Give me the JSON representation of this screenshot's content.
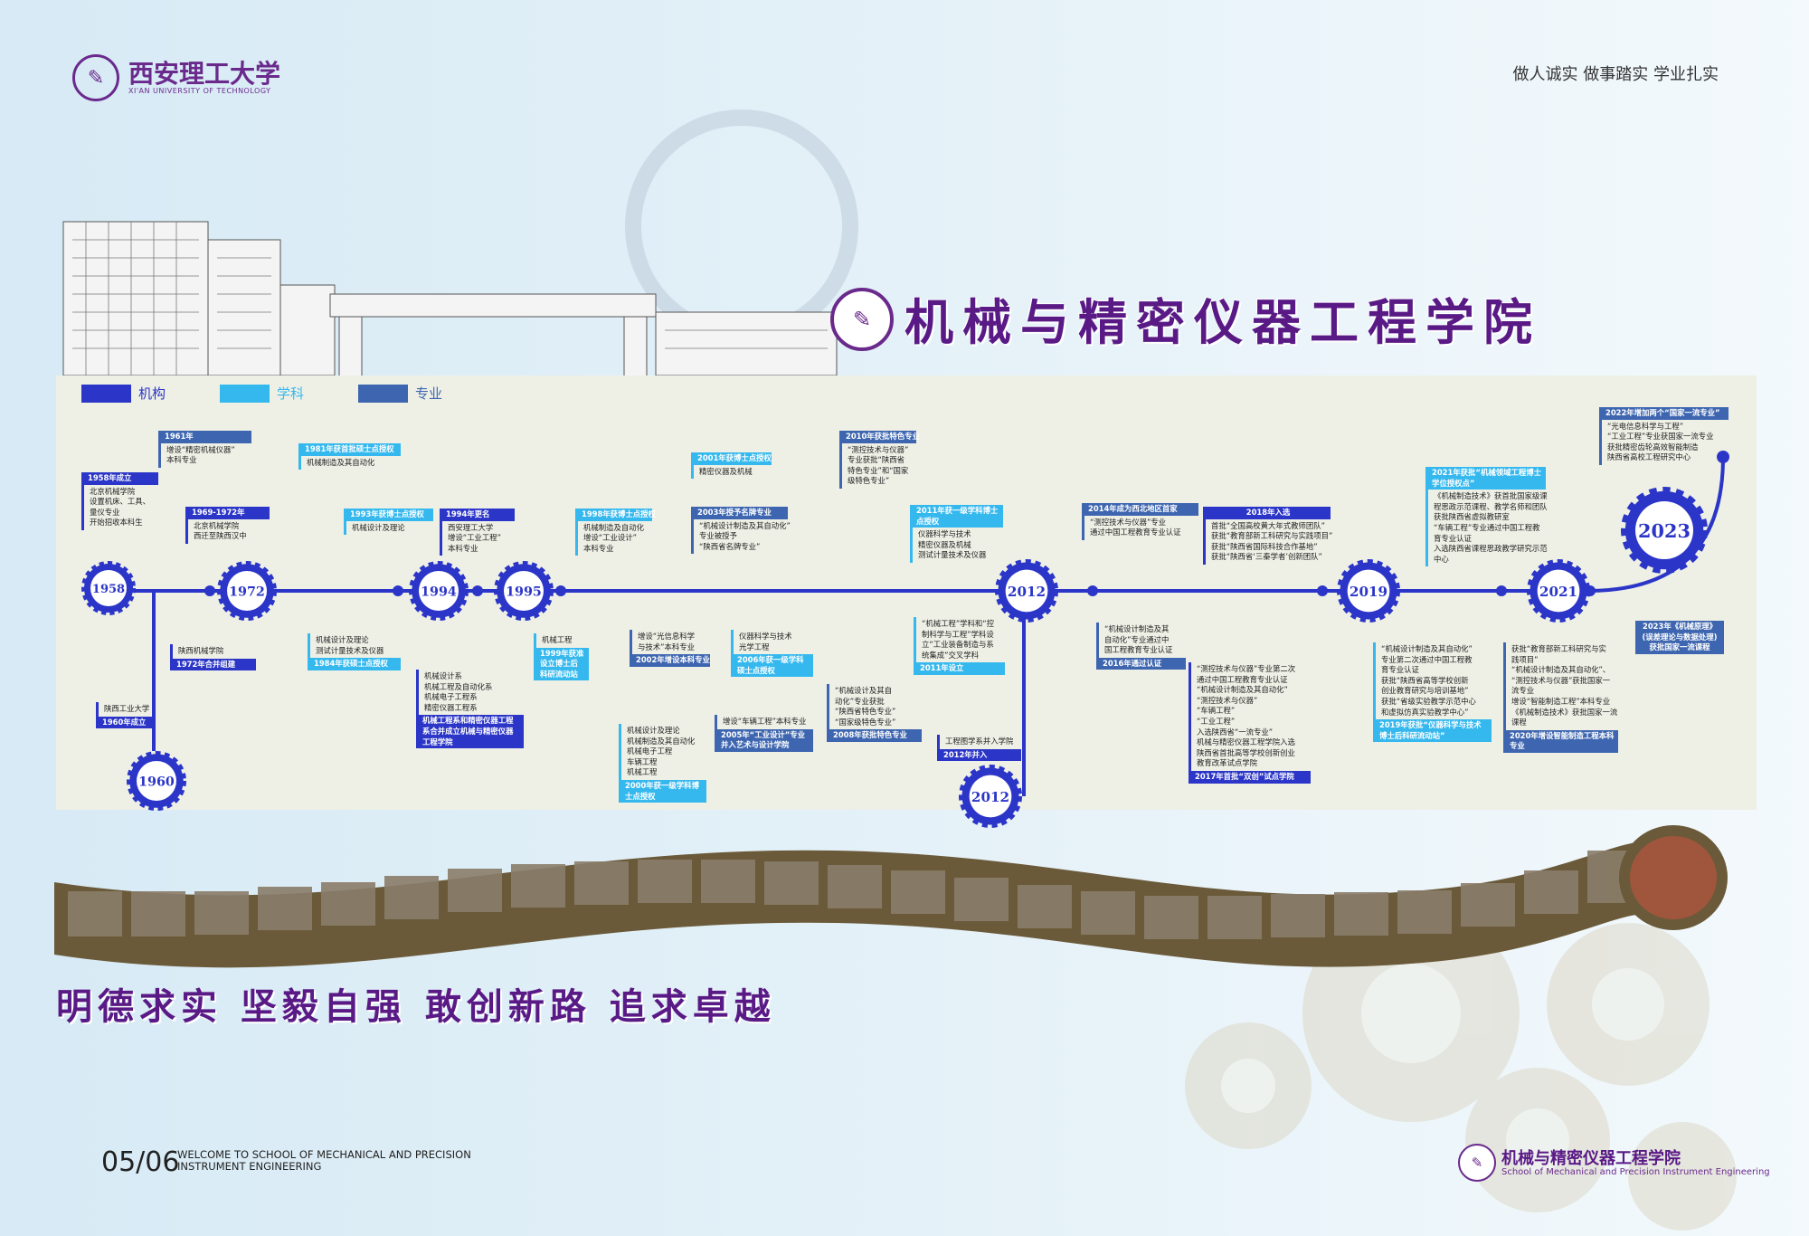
{
  "header": {
    "university_name": "西安理工大学",
    "university_english": "XI'AN UNIVERSITY OF TECHNOLOGY",
    "motto_top": "做人诚实   做事踏实   学业扎实",
    "college_title": "机械与精密仪器工程学院"
  },
  "legend": [
    {
      "label": "机构",
      "color": "#2b35c7"
    },
    {
      "label": "学科",
      "color": "#35b8ee"
    },
    {
      "label": "专业",
      "color": "#3e66b0"
    }
  ],
  "gears": [
    "1958",
    "1960",
    "1972",
    "1994",
    "1995",
    "2012",
    "2012",
    "2019",
    "2021",
    "2023"
  ],
  "timeline": {
    "b1958": {
      "header": "1958年成立",
      "items": [
        "北京机械学院",
        "设置机床、工具、",
        "量仪专业",
        "开始招收本科生"
      ]
    },
    "b1961": {
      "header": "1961年",
      "items": [
        "增设“精密机械仪器”",
        "本科专业"
      ]
    },
    "b1969": {
      "header": "1969-1972年",
      "items": [
        "北京机械学院",
        "西迁至陕西汉中"
      ]
    },
    "b1972": {
      "text": "陕西机械学院",
      "footer": "1972年合并组建"
    },
    "b1960": {
      "text": "陕西工业大学",
      "footer": "1960年成立"
    },
    "b1981": {
      "header": "1981年获首批硕士点授权",
      "items": [
        "机械制造及其自动化"
      ]
    },
    "b1984": {
      "items": [
        "机械设计及理论",
        "测试计量技术及仪器"
      ],
      "footer": "1984年获硕士点授权"
    },
    "b1993": {
      "header": "1993年获博士点授权",
      "items": [
        "机械设计及理论"
      ]
    },
    "b1994": {
      "header": "1994年更名",
      "items": [
        "西安理工大学",
        "增设“工业工程”",
        "本科专业"
      ]
    },
    "b1994dn": {
      "items": [
        "机械设计系",
        "机械工程及自动化系",
        "机械电子工程系",
        "精密仪器工程系"
      ],
      "footer": "机械工程系和精密仪器工程系合并成立机械与精密仪器工程学院"
    },
    "b1998": {
      "header": "1998年获博士点授权",
      "items": [
        "机械制造及自动化",
        "增设“工业设计”",
        "本科专业"
      ]
    },
    "b1999": {
      "text": "机械工程",
      "footer": "1999年获准设立博士后科研流动站"
    },
    "b2001": {
      "header": "2001年获博士点授权",
      "items": [
        "精密仪器及机械"
      ]
    },
    "b2003": {
      "header": "2003年授予名牌专业",
      "items": [
        "“机械设计制造及其自动化”",
        "专业被授予",
        "“陕西省名牌专业”"
      ]
    },
    "b2002": {
      "items": [
        "增设“光信息科学",
        "与技术”本科专业"
      ],
      "footer": "2002年增设本科专业"
    },
    "b2000": {
      "items": [
        "机械设计及理论",
        "机械制造及其自动化",
        "机械电子工程",
        "车辆工程",
        "机械工程"
      ],
      "footer": "2000年获一级学科博士点授权"
    },
    "b2006": {
      "items": [
        "仪器科学与技术",
        "光学工程"
      ],
      "footer": "2006年获一级学科硕士点授权"
    },
    "b2005": {
      "items": [
        "增设“车辆工程”本科专业"
      ],
      "footer": "2005年“工业设计”专业并入艺术与设计学院"
    },
    "b2010": {
      "header": "2010年获批特色专业",
      "items": [
        "“测控技术与仪器”",
        "专业获批“陕西省",
        "特色专业”和“国家",
        "级特色专业”"
      ]
    },
    "b2008": {
      "items": [
        "“机械设计及其自",
        "动化”专业获批",
        "“陕西省特色专业”",
        "“国家级特色专业”"
      ],
      "footer": "2008年获批特色专业"
    },
    "b2011": {
      "header": "2011年获一级学科博士点授权",
      "items": [
        "仪器科学与技术",
        "精密仪器及机械",
        "测试计量技术及仪器"
      ]
    },
    "b2011dn": {
      "items": [
        "“机械工程”学科和“控",
        "制科学与工程”学科设",
        "立“工业装备制造与系",
        "统集成”交叉学科"
      ],
      "footer": "2011年设立"
    },
    "b2012dn": {
      "text": "工程图学系并入学院",
      "footer": "2012年并入"
    },
    "b2014": {
      "header": "2014年成为西北地区首家",
      "items": [
        "“测控技术与仪器”专业",
        "通过中国工程教育专业认证"
      ]
    },
    "b2016": {
      "items": [
        "“机械设计制造及其",
        "自动化”专业通过中",
        "国工程教育专业认证"
      ],
      "footer": "2016年通过认证"
    },
    "b2018": {
      "header": "2018年入选",
      "items": [
        "首批“全国高校黄大年式教师团队”",
        "获批“教育部新工科研究与实践项目”",
        "获批“陕西省国际科技合作基地”",
        "获批“陕西省‘三秦学者’创新团队”"
      ]
    },
    "b2017": {
      "items": [
        "“测控技术与仪器”专业第二次",
        "通过中国工程教育专业认证",
        "“机械设计制造及其自动化”",
        "“测控技术与仪器”",
        "“车辆工程”",
        "“工业工程”",
        "入选陕西省“一流专业”",
        "机械与精密仪器工程学院入选",
        "陕西省首批高等学校创新创业",
        "教育改革试点学院"
      ],
      "footer": "2017年首批“双创”试点学院"
    },
    "b2021up": {
      "header": "2021年获批“机械领域工程博士学位授权点”",
      "items": [
        "《机械制造技术》获首批国家级课",
        "程思政示范课程、教学名师和团队",
        "获批陕西省虚拟教研室",
        "“车辆工程”专业通过中国工程教",
        "育专业认证",
        "入选陕西省课程思政教学研究示范",
        "中心"
      ]
    },
    "b2019": {
      "items": [
        "“机械设计制造及其自动化”",
        "专业第二次通过中国工程教",
        "育专业认证",
        "获批“陕西省高等学校创新",
        "创业教育研究与培训基地”",
        "获批“省级实验教学示范中心",
        "和虚拟仿真实验教学中心”"
      ],
      "footer": "2019年获批“仪器科学与技术博士后科研流动站”"
    },
    "b2020": {
      "items": [
        "获批“教育部新工科研究与实",
        "践项目”",
        "“机械设计制造及其自动化”、",
        "“测控技术与仪器”获批国家一",
        "流专业",
        "增设“智能制造工程”本科专业",
        "《机械制造技术》获批国家一流",
        "课程"
      ],
      "footer": "2020年增设智能制造工程本科专业"
    },
    "b2022": {
      "header": "2022年增加两个“国家一流专业”",
      "items": [
        "“光电信息科学与工程”",
        "“工业工程”专业获国家一流专业",
        "获批精密齿轮高效智能制造",
        "陕西省高校工程研究中心"
      ]
    },
    "b2023": {
      "header": "2023年《机械原理》(误差理论与数据处理)获批国家一流课程"
    }
  },
  "motto_bottom": "明德求实  坚毅自强  敢创新路  追求卓越",
  "footer": {
    "page_number": "05/06",
    "welcome_line1": "WELCOME TO SCHOOL OF MECHANICAL AND PRECISION",
    "welcome_line2": "INSTRUMENT ENGINEERING",
    "college_name": "机械与精密仪器工程学院",
    "college_english": "School of Mechanical and Precision Instrument Engineering"
  }
}
